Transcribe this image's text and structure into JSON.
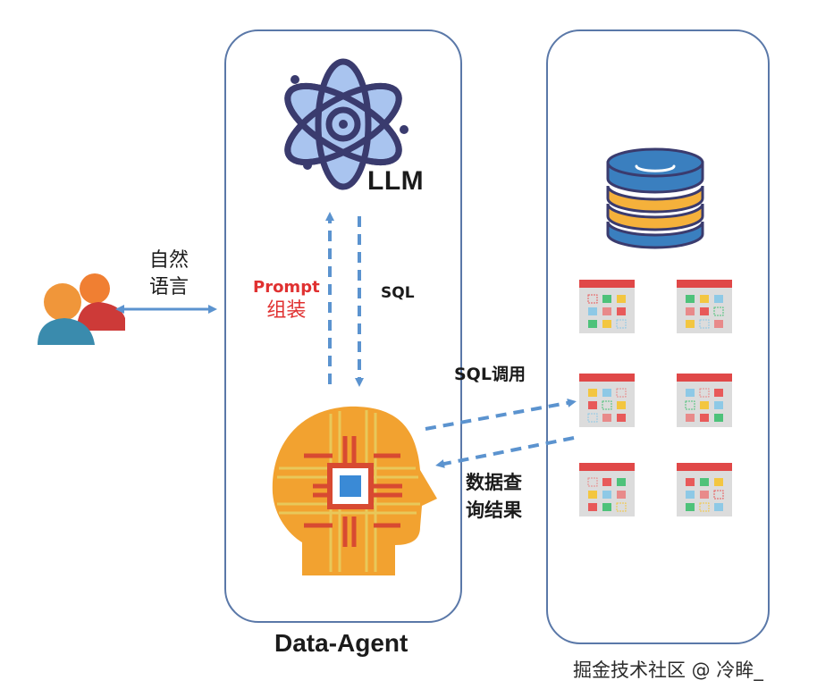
{
  "llm": {
    "label": "LLM"
  },
  "flow": {
    "prompt_line1": "Prompt",
    "prompt_line2": "组装",
    "sql": "SQL",
    "nl_line1": "自然",
    "nl_line2": "语言",
    "sql_call": "SQL调用",
    "query_line1": "数据查",
    "query_line2": "询结果"
  },
  "agent": {
    "title": "Data-Agent"
  },
  "watermark": "掘金技术社区 @ 冷眸_",
  "colors": {
    "arrow_blue": "#5b93cf",
    "panel_border": "#5a78a8",
    "atom_navy": "#3a3b6e",
    "atom_light": "#a9c4ef",
    "head_orange": "#f2a230",
    "chip_red": "#d84a31",
    "chip_blue": "#3a8ad6",
    "db_blue": "#3a7fbf",
    "db_orange": "#f5b13b",
    "prompt_red": "#e03131"
  },
  "icons": [
    "users-icon",
    "atom-icon",
    "ai-head-icon",
    "database-icon",
    "table-icon"
  ]
}
